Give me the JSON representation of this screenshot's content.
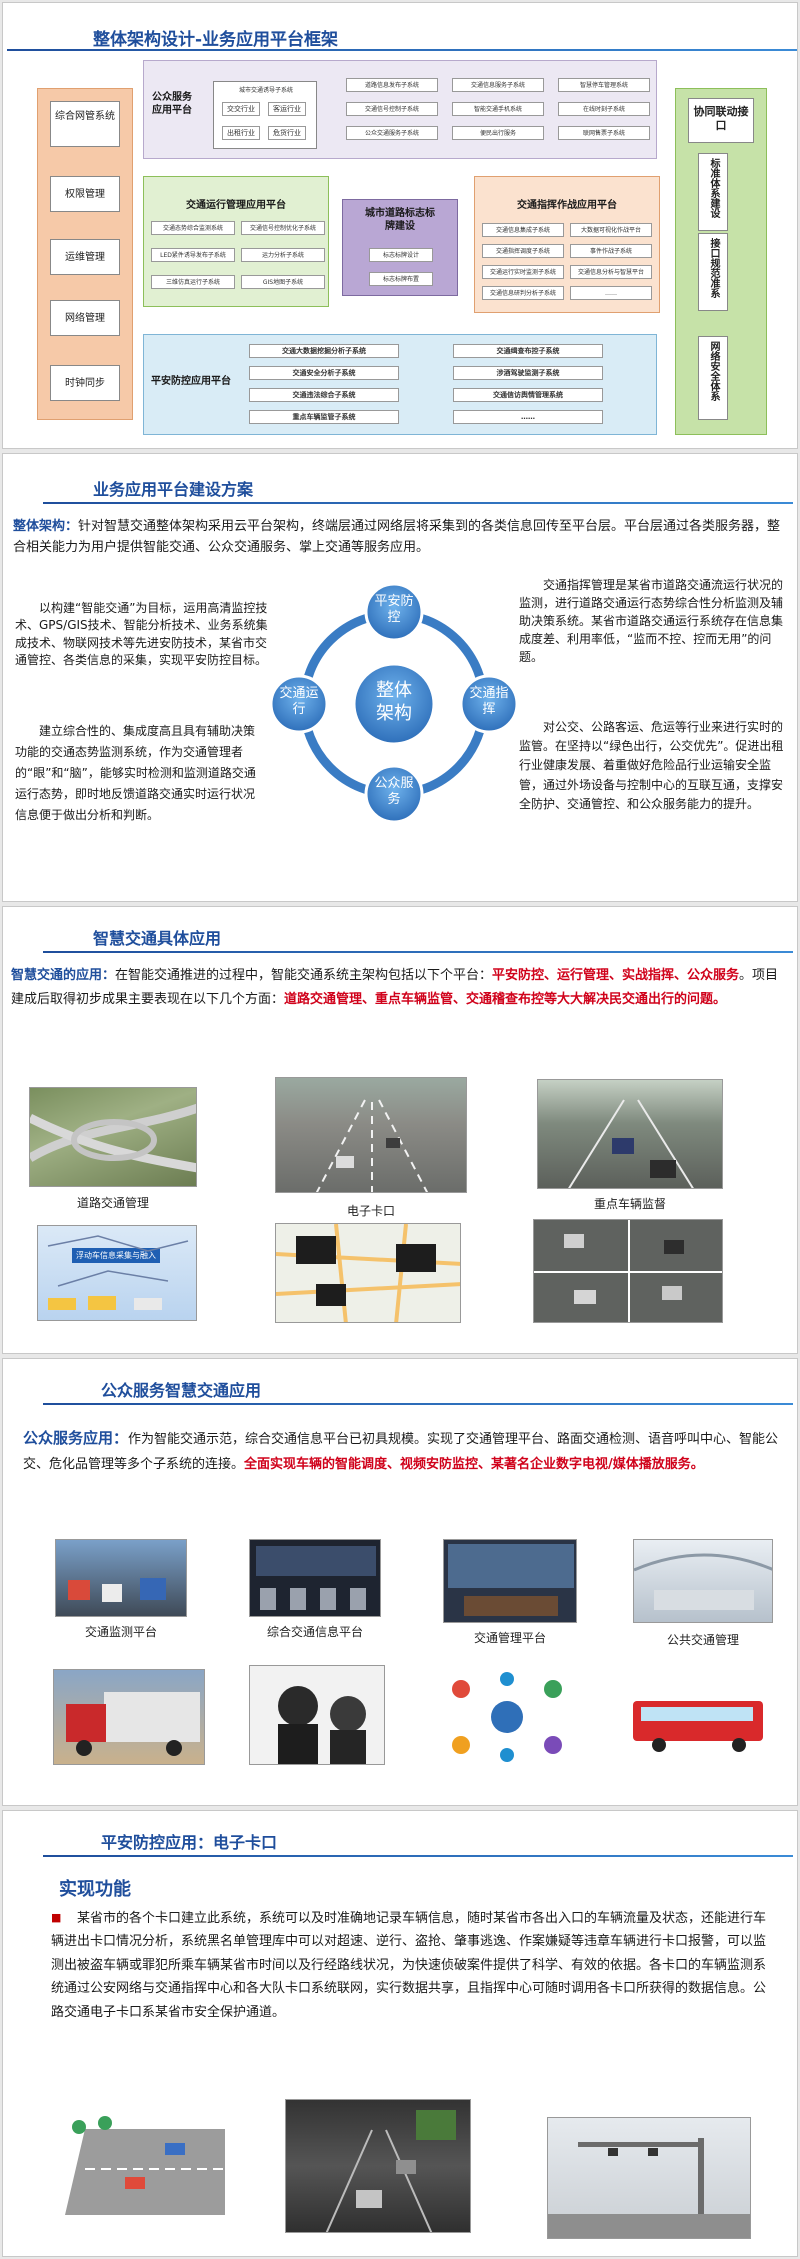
{
  "s1": {
    "title": "整体架构设计-业务应用平台框架",
    "left_items": [
      "综合网管系统",
      "权限管理",
      "运维管理",
      "网络管理",
      "时钟同步"
    ],
    "right_top": "协同联动接口",
    "right_items": [
      "标准体系建设",
      "接口规范准系",
      "网络安全体系"
    ],
    "public": {
      "label": "公众服务应用平台",
      "inner_title": "城市交通诱导子系统",
      "inner_cells": [
        "交交行业",
        "客运行业",
        "出租行业",
        "危货行业"
      ],
      "items": [
        "道路信息发布子系统",
        "交通信息服务子系统",
        "智慧停车管理系统",
        "交通信号控制子系统",
        "智能交通手机系统",
        "在线时刻子系统",
        "公众交通服务子系统",
        "便民出行服务",
        "联网售票子系统"
      ]
    },
    "ops": {
      "label": "交通运行管理应用平台",
      "items": [
        "交通态势综合监测系统",
        "交通信号控制优化子系统",
        "LED紧件诱导发布子系统",
        "运力分析子系统",
        "三维仿真运行子系统",
        "GIS地图子系统"
      ]
    },
    "sign": {
      "label": "城市道路标志标牌建设",
      "items": [
        "标志标牌设计",
        "标志标牌布置"
      ]
    },
    "cmd": {
      "label": "交通指挥作战应用平台",
      "items": [
        "交通信息集成子系统",
        "大数据可视化作战平台",
        "交通指挥调度子系统",
        "事件作战子系统",
        "交通运行实时监测子系统",
        "交通信息分析与智慧平台",
        "交通信息研判分析子系统",
        "……"
      ]
    },
    "safety": {
      "label": "平安防控应用平台",
      "items": [
        "交通大数据挖掘分析子系统",
        "交通缉查布控子系统",
        "交通安全分析子系统",
        "涉酒驾驶监测子系统",
        "交通违法综合子系统",
        "交通信访舆情管理系统",
        "重点车辆监管子系统",
        "……"
      ]
    }
  },
  "s2": {
    "title": "业务应用平台建设方案",
    "head_label": "整体架构：",
    "head_text": "针对智慧交通整体架构采用云平台架构，终端层通过网络层将采集到的各类信息回传至平台层。平台层通过各类服务器，整合相关能力为用户提供智能交通、公众交通服务、掌上交通等服务应用。",
    "left_top": "以构建“智能交通”为目标，运用高清监控技术、GPS/GIS技术、智能分析技术、业务系统集成技术、物联网技术等先进安防技术，某省市交通管控、各类信息的采集，实现平安防控目标。",
    "left_bottom": "建立综合性的、集成度高且具有辅助决策功能的交通态势监测系统，作为交通管理者的“眼”和“脑”，能够实时检测和监测道路交通运行态势，即时地反馈道路交通实时运行状况信息便于做出分析和判断。",
    "right_top": "交通指挥管理是某省市道路交通流运行状况的监测，进行道路交通运行态势综合性分析监测及辅助决策系统。某省市道路交通运行系统存在信息集成度差、利用率低，“监而不控、控而无用”的问题。",
    "right_bottom": "对公交、公路客运、危运等行业来进行实时的监管。在坚持以“绿色出行，公交优先”。促进出租行业健康发展、着重做好危险品行业运输安全监管，通过外场设备与控制中心的互联互通，支撑安全防护、交通管控、和公众服务能力的提升。",
    "center": "整体架构",
    "nodes": [
      "平安防控",
      "交通指挥",
      "公众服务",
      "交通运行"
    ]
  },
  "s3": {
    "title": "智慧交通具体应用",
    "lead_label": "智慧交通的应用：",
    "lead_text1": "在智能交通推进的过程中，智能交通系统主架构包括以下个平台：",
    "lead_red1": "平安防控、运行管理、实战指挥、公众服务",
    "lead_text2": "。项目建成后取得初步成果主要表现在以下几个方面：",
    "lead_red2": "道路交通管理、重点车辆监管、交通稽查布控等大大解决民交通出行的问题。",
    "captions": [
      "道路交通管理",
      "电子卡口",
      "重点车辆监督"
    ],
    "map_label": "浮动车信息采集与融入"
  },
  "s4": {
    "title": "公众服务智慧交通应用",
    "lead_label": "公众服务应用：",
    "lead_text": "作为智能交通示范，综合交通信息平台已初具规模。实现了交通管理平台、路面交通检测、语音呼叫中心、智能公交、危化品管理等多个子系统的连接。",
    "lead_red": "全面实现车辆的智能调度、视频安防监控、某著名企业数字电视/媒体播放服务。",
    "captions": [
      "交通监测平台",
      "综合交通信息平台",
      "交通管理平台",
      "公共交通管理"
    ]
  },
  "s5": {
    "title": "平安防控应用：电子卡口",
    "sub": "实现功能",
    "bullet": "■",
    "text": "某省市的各个卡口建立此系统，系统可以及时准确地记录车辆信息，随时某省市各出入口的车辆流量及状态，还能进行车辆进出卡口情况分析，系统黑名单管理库中可以对超速、逆行、盗抢、肇事逃逸、作案嫌疑等违章车辆进行卡口报警，可以监测出被盗车辆或罪犯所乘车辆某省市时间以及行经路线状况，为快速侦破案件提供了科学、有效的依据。各卡口的车辆监测系统通过公安网络与交通指挥中心和各大队卡口系统联网，实行数据共享，且指挥中心可随时调用各卡口所获得的数据信息。公路交通电子卡口系某省市安全保护通道。"
  }
}
